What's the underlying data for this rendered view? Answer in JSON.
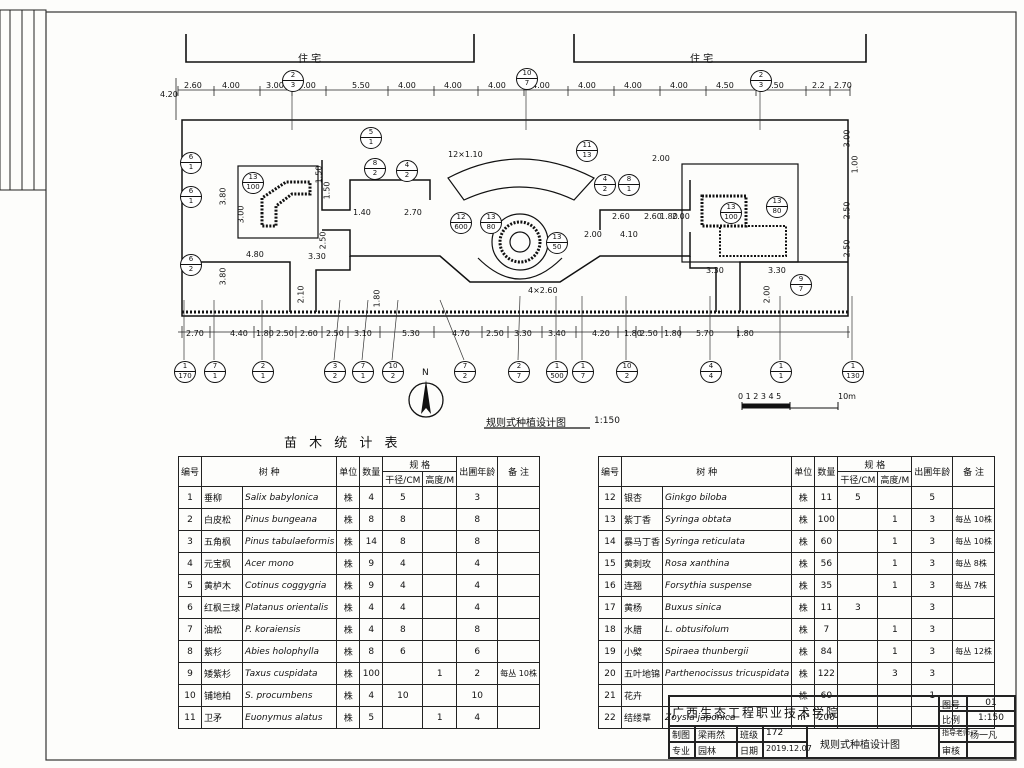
{
  "plan": {
    "house_left": "住 宅",
    "house_right": "住 宅",
    "title": "规则式种植设计图",
    "scale": "1:150",
    "scale_bar_ticks": "0 1 2 3 4 5",
    "scale_bar_end": "10m",
    "north": "N",
    "dims_top": [
      "2.60",
      "4.00",
      "3.00",
      "3.00",
      "5.50",
      "4.00",
      "4.00",
      "4.00",
      "4.00",
      "4.00",
      "4.00",
      "4.00",
      "4.50",
      "4.50",
      "2.2",
      "2.70"
    ],
    "dims_left_top": "4.20",
    "dims_bottom": [
      "2.70",
      "4.40",
      "1.80",
      "2.50",
      "2.60",
      "2.50",
      "3.10",
      "5.30",
      "4.70",
      "2.50",
      "3.30",
      "3.40",
      "4.20",
      "1.80",
      "2.50",
      "1.80",
      "5.70",
      "1.80"
    ],
    "dims_inner": [
      "1.40",
      "2.70",
      "2.60",
      "4.10",
      "2.00",
      "2.00",
      "2.60",
      "1.80",
      "2.00",
      "12×1.10",
      "4.80",
      "3.30",
      "3.30",
      "3.30",
      "1.50",
      "2.50",
      "2.50",
      "2.50",
      "3.00",
      "1.50",
      "1.00",
      "2.00",
      "3.80",
      "3.80",
      "3.00",
      "2.10",
      "1.80"
    ],
    "callouts_top": [
      {
        "n": "2",
        "d": "3"
      },
      {
        "n": "10",
        "d": "7"
      },
      {
        "n": "2",
        "d": "3"
      }
    ],
    "callouts_upper": [
      {
        "n": "5",
        "d": "1"
      },
      {
        "n": "11",
        "d": "13"
      },
      {
        "n": "8",
        "d": "2"
      },
      {
        "n": "4",
        "d": "2"
      },
      {
        "n": "4",
        "d": "2"
      },
      {
        "n": "8",
        "d": "1"
      }
    ],
    "callouts_left": [
      {
        "n": "6",
        "d": "1"
      },
      {
        "n": "6",
        "d": "1"
      },
      {
        "n": "6",
        "d": "2"
      }
    ],
    "callouts_bed": [
      {
        "n": "13",
        "d": "100"
      },
      {
        "n": "13",
        "d": "100"
      },
      {
        "n": "13",
        "d": "80"
      },
      {
        "n": "12",
        "d": "600"
      },
      {
        "n": "13",
        "d": "80"
      },
      {
        "n": "13",
        "d": "50"
      },
      {
        "n": "9",
        "d": "7"
      }
    ],
    "callouts_bottom": [
      {
        "n": "1",
        "d": "170"
      },
      {
        "n": "7",
        "d": "1"
      },
      {
        "n": "2",
        "d": "1"
      },
      {
        "n": "3",
        "d": "2"
      },
      {
        "n": "7",
        "d": "1"
      },
      {
        "n": "10",
        "d": "2"
      },
      {
        "n": "7",
        "d": "2"
      },
      {
        "n": "2",
        "d": "7"
      },
      {
        "n": "1",
        "d": "500"
      },
      {
        "n": "1",
        "d": "7"
      },
      {
        "n": "10",
        "d": "2"
      },
      {
        "n": "4",
        "d": "4"
      },
      {
        "n": "1",
        "d": "1"
      },
      {
        "n": "1",
        "d": "130"
      }
    ],
    "inner_extra": "4×2.60"
  },
  "table": {
    "title": "苗 木 统 计 表",
    "headers": {
      "no": "编号",
      "name": "树 种",
      "unit": "单位",
      "qty": "数量",
      "spec": "规 格",
      "dia": "干径/CM",
      "height": "高度/M",
      "age": "出圃年龄",
      "remark": "备 注"
    },
    "rows_left": [
      {
        "no": "1",
        "cn": "垂柳",
        "lat": "Salix babylonica",
        "unit": "株",
        "qty": "4",
        "dia": "5",
        "h": "",
        "age": "3",
        "rem": ""
      },
      {
        "no": "2",
        "cn": "白皮松",
        "lat": "Pinus bungeana",
        "unit": "株",
        "qty": "8",
        "dia": "8",
        "h": "",
        "age": "8",
        "rem": ""
      },
      {
        "no": "3",
        "cn": "五角枫",
        "lat": "Pinus tabulaeformis",
        "unit": "株",
        "qty": "14",
        "dia": "8",
        "h": "",
        "age": "8",
        "rem": ""
      },
      {
        "no": "4",
        "cn": "元宝枫",
        "lat": "Acer mono",
        "unit": "株",
        "qty": "9",
        "dia": "4",
        "h": "",
        "age": "4",
        "rem": ""
      },
      {
        "no": "5",
        "cn": "黄栌木",
        "lat": "Cotinus coggygria",
        "unit": "株",
        "qty": "9",
        "dia": "4",
        "h": "",
        "age": "4",
        "rem": ""
      },
      {
        "no": "6",
        "cn": "红枫三球",
        "lat": "Platanus orientalis",
        "unit": "株",
        "qty": "4",
        "dia": "4",
        "h": "",
        "age": "4",
        "rem": ""
      },
      {
        "no": "7",
        "cn": "油松",
        "lat": "P. koraiensis",
        "unit": "株",
        "qty": "4",
        "dia": "8",
        "h": "",
        "age": "8",
        "rem": ""
      },
      {
        "no": "8",
        "cn": "紫杉",
        "lat": "Abies holophylla",
        "unit": "株",
        "qty": "8",
        "dia": "6",
        "h": "",
        "age": "6",
        "rem": ""
      },
      {
        "no": "9",
        "cn": "矮紫杉",
        "lat": "Taxus cuspidata",
        "unit": "株",
        "qty": "100",
        "dia": "",
        "h": "1",
        "age": "2",
        "rem": "每丛 10株"
      },
      {
        "no": "10",
        "cn": "铺地柏",
        "lat": "S. procumbens",
        "unit": "株",
        "qty": "4",
        "dia": "10",
        "h": "",
        "age": "10",
        "rem": ""
      },
      {
        "no": "11",
        "cn": "卫矛",
        "lat": "Euonymus alatus",
        "unit": "株",
        "qty": "5",
        "dia": "",
        "h": "1",
        "age": "4",
        "rem": ""
      }
    ],
    "rows_right": [
      {
        "no": "12",
        "cn": "银杏",
        "lat": "Ginkgo biloba",
        "unit": "株",
        "qty": "11",
        "dia": "5",
        "h": "",
        "age": "5",
        "rem": ""
      },
      {
        "no": "13",
        "cn": "紫丁香",
        "lat": "Syringa obtata",
        "unit": "株",
        "qty": "100",
        "dia": "",
        "h": "1",
        "age": "3",
        "rem": "每丛 10株"
      },
      {
        "no": "14",
        "cn": "暴马丁香",
        "lat": "Syringa reticulata",
        "unit": "株",
        "qty": "60",
        "dia": "",
        "h": "1",
        "age": "3",
        "rem": "每丛 10株"
      },
      {
        "no": "15",
        "cn": "黄刺玫",
        "lat": "Rosa xanthina",
        "unit": "株",
        "qty": "56",
        "dia": "",
        "h": "1",
        "age": "3",
        "rem": "每丛 8株"
      },
      {
        "no": "16",
        "cn": "连翘",
        "lat": "Forsythia suspense",
        "unit": "株",
        "qty": "35",
        "dia": "",
        "h": "1",
        "age": "3",
        "rem": "每丛 7株"
      },
      {
        "no": "17",
        "cn": "黄杨",
        "lat": "Buxus sinica",
        "unit": "株",
        "qty": "11",
        "dia": "3",
        "h": "",
        "age": "3",
        "rem": ""
      },
      {
        "no": "18",
        "cn": "水腊",
        "lat": "L. obtusifolum",
        "unit": "株",
        "qty": "7",
        "dia": "",
        "h": "1",
        "age": "3",
        "rem": ""
      },
      {
        "no": "19",
        "cn": "小檗",
        "lat": "Spiraea thunbergii",
        "unit": "株",
        "qty": "84",
        "dia": "",
        "h": "1",
        "age": "3",
        "rem": "每丛 12株"
      },
      {
        "no": "20",
        "cn": "五叶地锦",
        "lat": "Parthenocissus tricuspidata",
        "unit": "株",
        "qty": "122",
        "dia": "",
        "h": "3",
        "age": "3",
        "rem": ""
      },
      {
        "no": "21",
        "cn": "花卉",
        "lat": "",
        "unit": "株",
        "qty": "60",
        "dia": "",
        "h": "",
        "age": "1",
        "rem": ""
      },
      {
        "no": "22",
        "cn": "结缕草",
        "lat": "Zoysia japonica",
        "unit": "m²",
        "qty": "200",
        "dia": "",
        "h": "",
        "age": "",
        "rem": ""
      }
    ]
  },
  "titleblock": {
    "school": "广西生态工程职业技术学院",
    "drawing_no_label": "图号",
    "drawing_no": "01",
    "scale_label": "比例",
    "scale": "1:150",
    "draw_label": "制图",
    "draw_name": "梁雨然",
    "class_label": "班级",
    "class_value": "172",
    "major_label": "专业",
    "major_value": "园林",
    "date_label": "日期",
    "date_value": "2019.12.07",
    "drawing_title": "规则式种植设计图",
    "teacher_label": "指导老师",
    "teacher_name": "杨一凡",
    "review_label": "审核"
  }
}
